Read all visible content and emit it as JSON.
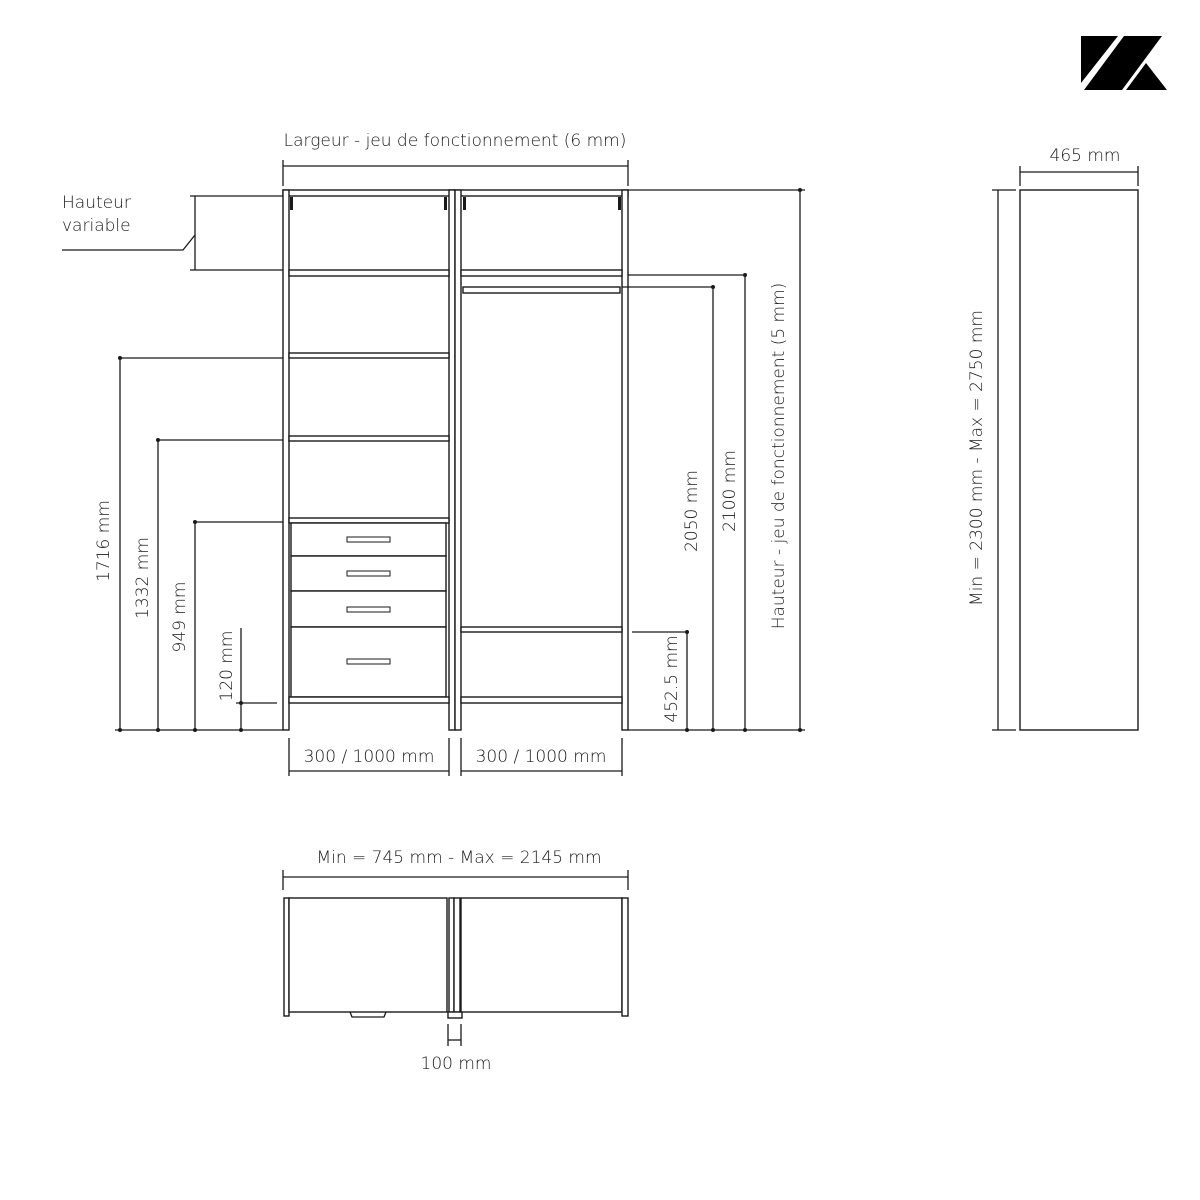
{
  "logo": {
    "text": "K",
    "color": "#000000"
  },
  "front_view": {
    "width_label": "Largeur - jeu de fonctionnement (6 mm)",
    "variable_height_label_line1": "Hauteur",
    "variable_height_label_line2": "variable",
    "dim_1716": "1716 mm",
    "dim_1332": "1332 mm",
    "dim_949": "949 mm",
    "dim_120": "120 mm",
    "dim_452_5": "452.5 mm",
    "dim_2050": "2050 mm",
    "dim_2100": "2100 mm",
    "height_label": "Hauteur - jeu de fonctionnement (5 mm)",
    "left_module_width": "300 / 1000 mm",
    "right_module_width": "300 / 1000 mm"
  },
  "side_view": {
    "depth_label": "465 mm",
    "height_range_label": "Min = 2300 mm - Max = 2750 mm"
  },
  "top_view": {
    "width_range_label": "Min = 745 mm - Max = 2145 mm",
    "gap_label": "100 mm"
  }
}
